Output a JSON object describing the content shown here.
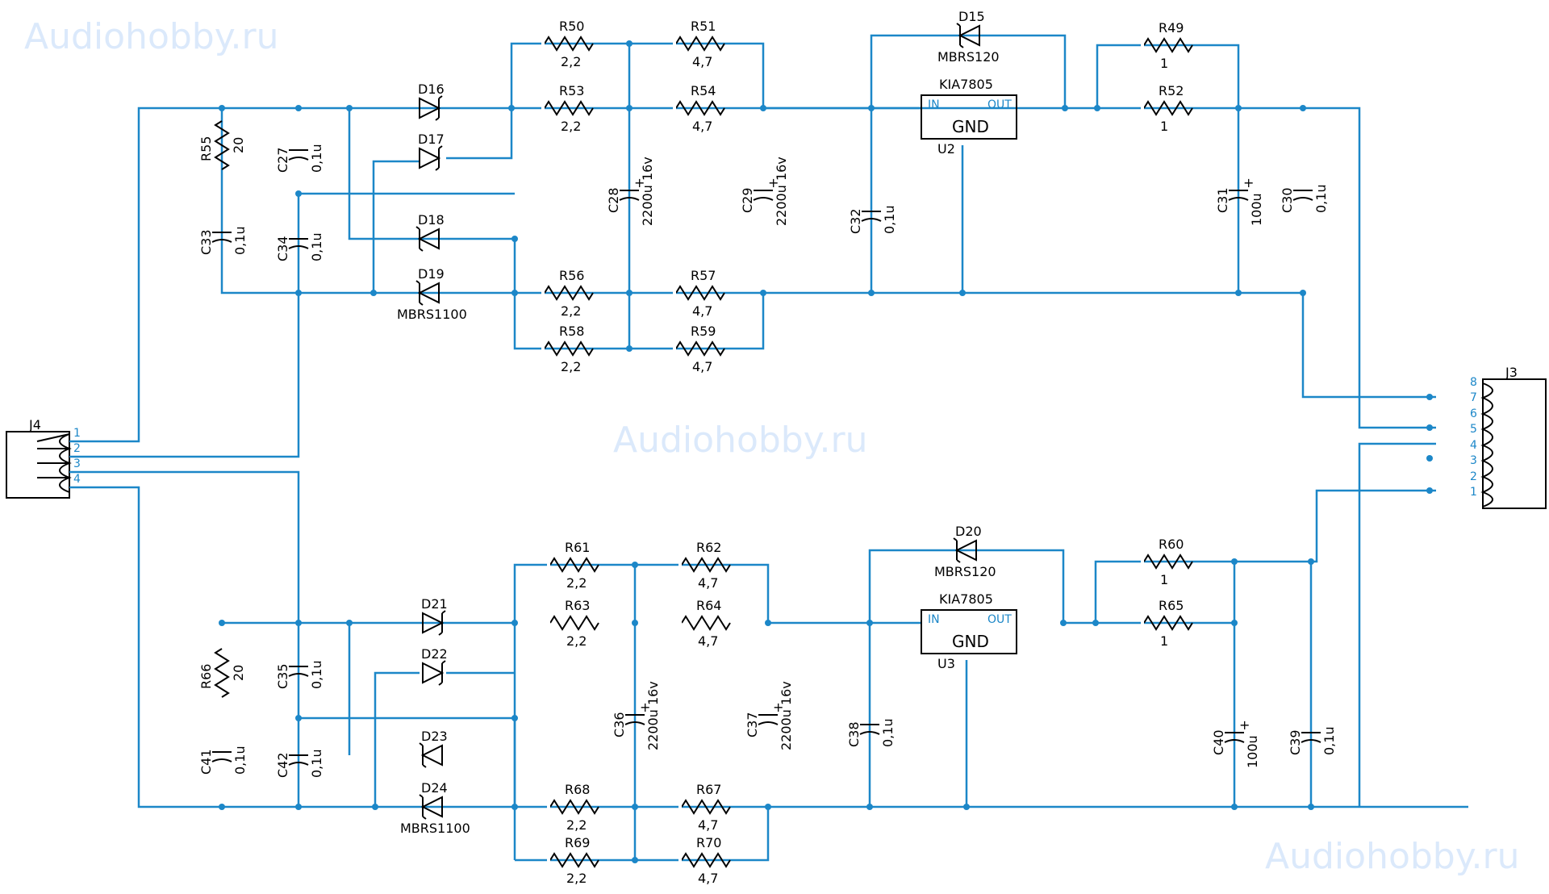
{
  "watermarks": [
    "Audiohobby.ru",
    "Audiohobby.ru",
    "Audiohobby.ru"
  ],
  "wire_color": "#1c87c8",
  "connectors": {
    "j4": {
      "label": "J4",
      "pins": [
        "1",
        "2",
        "3",
        "4"
      ]
    },
    "j3": {
      "label": "J3",
      "pins": [
        "8",
        "7",
        "6",
        "5",
        "4",
        "3",
        "2",
        "1"
      ]
    }
  },
  "top": {
    "resistors": [
      {
        "ref": "R50",
        "value": "2,2"
      },
      {
        "ref": "R51",
        "value": "4,7"
      },
      {
        "ref": "R53",
        "value": "2,2"
      },
      {
        "ref": "R54",
        "value": "4,7"
      },
      {
        "ref": "R56",
        "value": "2,2"
      },
      {
        "ref": "R57",
        "value": "4,7"
      },
      {
        "ref": "R58",
        "value": "2,2"
      },
      {
        "ref": "R59",
        "value": "4,7"
      },
      {
        "ref": "R49",
        "value": "1"
      },
      {
        "ref": "R52",
        "value": "1"
      }
    ],
    "r_vertical": {
      "ref": "R55",
      "value": "20"
    },
    "diodes": [
      {
        "ref": "D16"
      },
      {
        "ref": "D17"
      },
      {
        "ref": "D18"
      },
      {
        "ref": "D19",
        "part": "MBRS1100"
      },
      {
        "ref": "D15",
        "part": "MBRS120"
      }
    ],
    "caps": [
      {
        "ref": "C27",
        "value": "0,1u"
      },
      {
        "ref": "C33",
        "value": "0,1u"
      },
      {
        "ref": "C34",
        "value": "0,1u"
      },
      {
        "ref": "C28",
        "value": "2200u 16v"
      },
      {
        "ref": "C29",
        "value": "2200u 16v"
      },
      {
        "ref": "C32",
        "value": "0,1u"
      },
      {
        "ref": "C31",
        "value": "100u"
      },
      {
        "ref": "C30",
        "value": "0,1u"
      }
    ],
    "regulator": {
      "ref": "U2",
      "part": "KIA7805",
      "in": "IN",
      "out": "OUT",
      "gnd": "GND"
    }
  },
  "bottom": {
    "resistors": [
      {
        "ref": "R61",
        "value": "2,2"
      },
      {
        "ref": "R62",
        "value": "4,7"
      },
      {
        "ref": "R63",
        "value": "2,2"
      },
      {
        "ref": "R64",
        "value": "4,7"
      },
      {
        "ref": "R68",
        "value": "2,2"
      },
      {
        "ref": "R67",
        "value": "4,7"
      },
      {
        "ref": "R69",
        "value": "2,2"
      },
      {
        "ref": "R70",
        "value": "4,7"
      },
      {
        "ref": "R60",
        "value": "1"
      },
      {
        "ref": "R65",
        "value": "1"
      }
    ],
    "r_vertical": {
      "ref": "R66",
      "value": "20"
    },
    "diodes": [
      {
        "ref": "D21"
      },
      {
        "ref": "D22"
      },
      {
        "ref": "D23"
      },
      {
        "ref": "D24",
        "part": "MBRS1100"
      },
      {
        "ref": "D20",
        "part": "MBRS120"
      }
    ],
    "caps": [
      {
        "ref": "C35",
        "value": "0,1u"
      },
      {
        "ref": "C41",
        "value": "0,1u"
      },
      {
        "ref": "C42",
        "value": "0,1u"
      },
      {
        "ref": "C36",
        "value": "2200u 16v"
      },
      {
        "ref": "C37",
        "value": "2200u 16v"
      },
      {
        "ref": "C38",
        "value": "0,1u"
      },
      {
        "ref": "C40",
        "value": "100u"
      },
      {
        "ref": "C39",
        "value": "0,1u"
      }
    ],
    "regulator": {
      "ref": "U3",
      "part": "KIA7805",
      "in": "IN",
      "out": "OUT",
      "gnd": "GND"
    }
  }
}
